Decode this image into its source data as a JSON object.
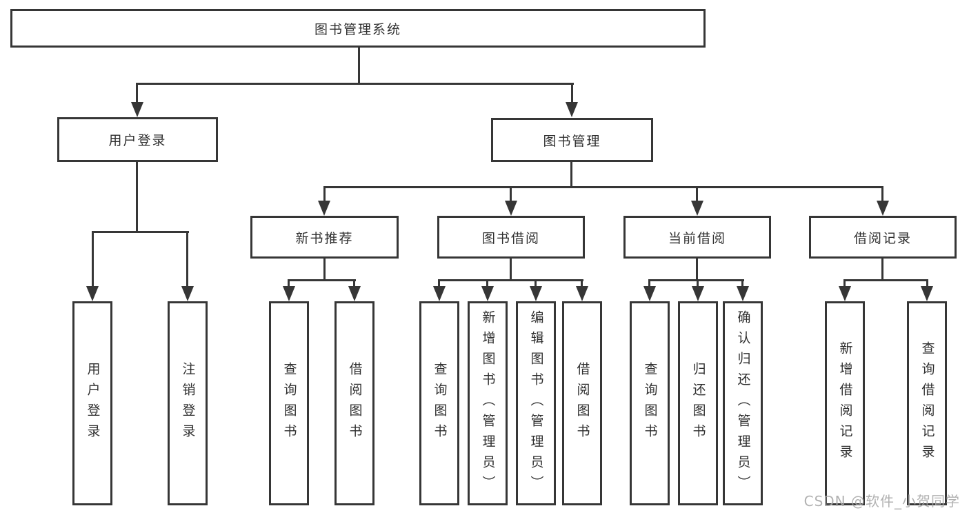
{
  "tree": {
    "root": {
      "label": "图书管理系统"
    },
    "branches": [
      {
        "label": "用户登录",
        "children": [
          {
            "label": "用户登录"
          },
          {
            "label": "注销登录"
          }
        ]
      },
      {
        "label": "图书管理",
        "children": [
          {
            "label": "新书推荐",
            "children": [
              {
                "label": "查询图书"
              },
              {
                "label": "借阅图书"
              }
            ]
          },
          {
            "label": "图书借阅",
            "children": [
              {
                "label": "查询图书"
              },
              {
                "label": "新增图书（管理员）"
              },
              {
                "label": "编辑图书（管理员）"
              },
              {
                "label": "借阅图书"
              }
            ]
          },
          {
            "label": "当前借阅",
            "children": [
              {
                "label": "查询图书"
              },
              {
                "label": "归还图书"
              },
              {
                "label": "确认归还（管理员）"
              }
            ]
          },
          {
            "label": "借阅记录",
            "children": [
              {
                "label": "新增借阅记录"
              },
              {
                "label": "查询借阅记录"
              }
            ]
          }
        ]
      }
    ]
  },
  "watermark": {
    "text": "CSDN @软件_小贺同学",
    "color": "#a9a9a9"
  },
  "colors": {
    "line": "#363636",
    "box_border": "#363636",
    "text": "#2f2f2f",
    "background": "#ffffff"
  }
}
